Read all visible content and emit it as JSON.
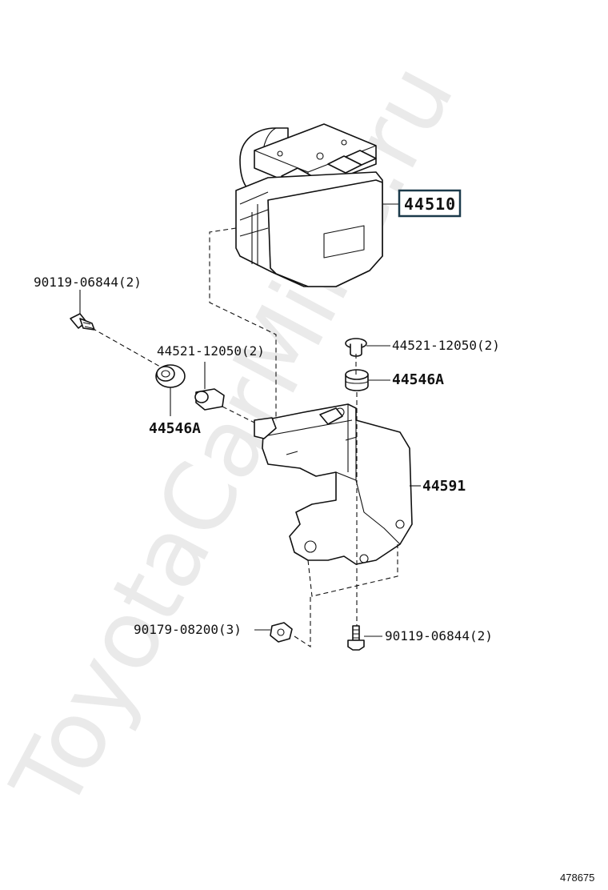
{
  "watermark": "ToyotaCarMine.ru",
  "reference_number": "478675",
  "callouts": {
    "abs_actuator": "44510",
    "bolt_top_left": "90119-06844(2)",
    "collar_left": "44521-12050(2)",
    "grommet_left": "44546A",
    "collar_right": "44521-12050(2)",
    "grommet_right": "44546A",
    "bracket": "44591",
    "nut_bottom": "90179-08200(3)",
    "bolt_bottom": "90119-06844(2)"
  }
}
